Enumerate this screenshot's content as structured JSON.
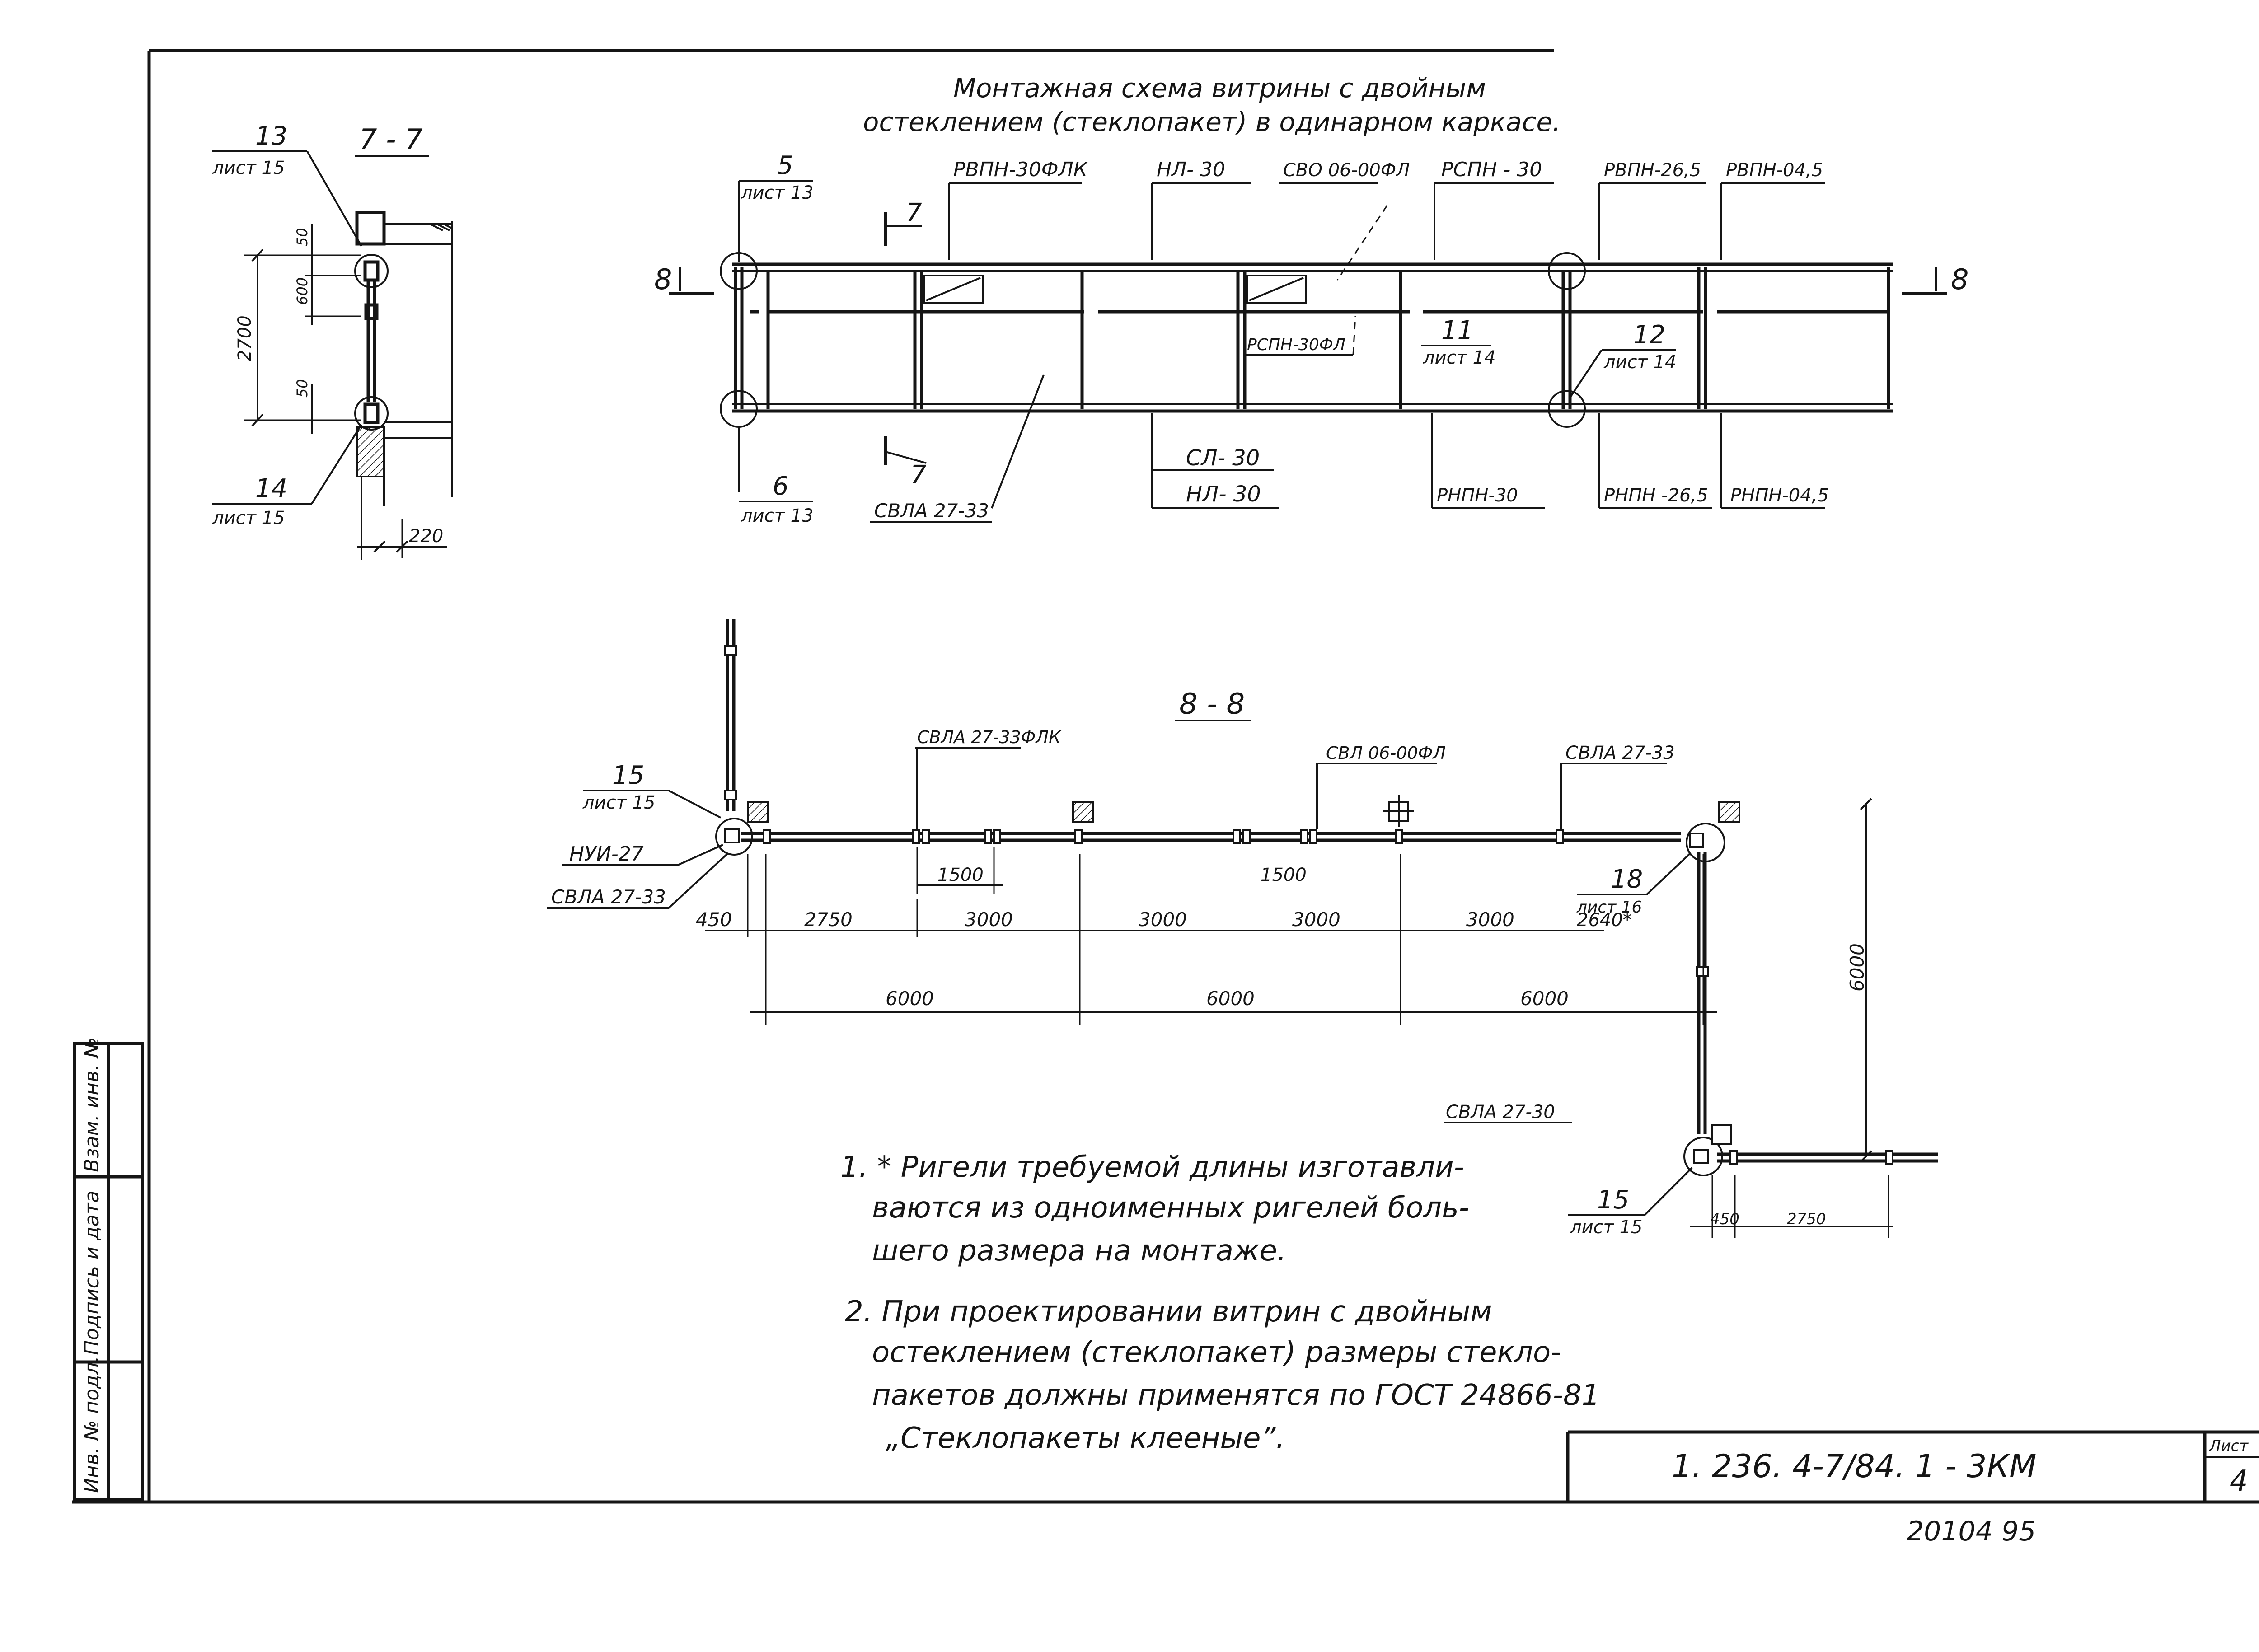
{
  "title": {
    "line1": "Монтажная схема витрины с двойным",
    "line2": "остеклением (стеклопакет) в одинарном каркасе."
  },
  "section77": {
    "label": "7 - 7",
    "callout_top_num": "13",
    "callout_top_sheet": "лист 15",
    "callout_bottom_num": "14",
    "callout_bottom_sheet": "лист 15",
    "dim_height": "2700",
    "dim_top_gap": "50",
    "dim_sub": "600",
    "dim_bottom_gap": "50",
    "dim_width": "220"
  },
  "elevation": {
    "callout5_num": "5",
    "callout5_sheet": "лист 13",
    "callout6_num": "6",
    "callout6_sheet": "лист 13",
    "callout11_num": "11",
    "callout11_sheet": "лист 14",
    "callout12_num": "12",
    "callout12_sheet": "лист 14",
    "cut7_top": "7",
    "cut7_bottom": "7",
    "cut8_left": "8",
    "cut8_right": "8",
    "top_labels": [
      "РВПН-30ФЛК",
      "НЛ- 30",
      "СВО 06-00ФЛ",
      "РСПН - 30",
      "РВПН-26,5",
      "РВПН-04,5"
    ],
    "bottom_labels": [
      "СЛ- 30",
      "НЛ- 30",
      "РНПН-30",
      "РНПН -26,5",
      "РНПН-04,5"
    ],
    "svla": "СВЛА 27-33",
    "rspn": "РСПН-30ФЛ"
  },
  "plan88": {
    "label": "8 - 8",
    "top_labels": [
      "СВЛА 27-33ФЛК",
      "СВЛ 06-00ФЛ",
      "СВЛА 27-33"
    ],
    "callout15_num": "15",
    "callout15_sheet": "лист 15",
    "nui": "НУИ-27",
    "svla_left": "СВЛА 27-33",
    "dims_row1": [
      "450",
      "2750",
      "3000",
      "3000",
      "3000",
      "3000"
    ],
    "dim_1500_a": "1500",
    "dim_1500_b": "1500",
    "dims_row2": [
      "6000",
      "6000",
      "6000"
    ],
    "callout18_num": "18",
    "callout18_sheet": "лист 16",
    "dim_2640": "2640*",
    "dim_vertical": "6000",
    "svla_2730": "СВЛА 27-30",
    "callout15b_num": "15",
    "callout15b_sheet": "лист 15",
    "dim_450b": "450",
    "dim_2750b": "2750"
  },
  "notes": [
    "1. * Ригели требуемой длины изготавли-",
    "ваются из одноименных ригелей боль-",
    "шего размера на монтаже.",
    "2. При проектировании витрин с двойным",
    "остеклением (стеклопакет) размеры стекло-",
    "пакетов должны применятся по ГОСТ 24866-81",
    "„Стеклопакеты клееные”."
  ],
  "stamp": {
    "code": "1. 236. 4-7/84. 1 - 3КМ",
    "sheet_label": "Лист",
    "sheet_num": "4",
    "order": "20104 95"
  },
  "side_stamp": {
    "inv_podl": "Инв. № подл.",
    "podpis": "Подпись и дата",
    "vzam": "Взам. инв. №"
  }
}
